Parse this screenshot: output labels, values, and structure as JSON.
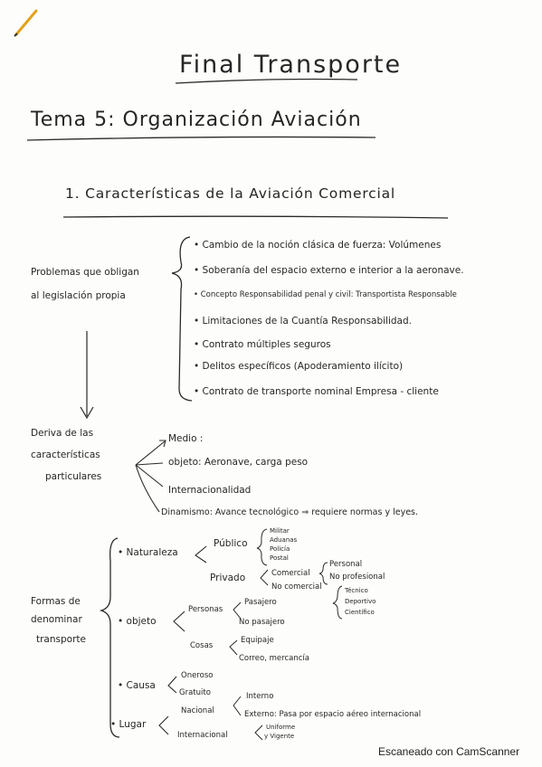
{
  "title": "Final Transporte",
  "tema": "Tema 5: Organización Aviación",
  "section": "1. Características de la Aviación Comercial",
  "problema_label": [
    "Problemas que obligan",
    "al legislación propia"
  ],
  "problemas": [
    "Cambio de la noción clásica de fuerza: Volúmenes",
    "Soberanía del espacio externo e interior a la aeronave.",
    "Concepto Responsabilidad penal y civil: Transportista Responsable",
    "Limitaciones de la Cuantía Responsabilidad.",
    "Contrato múltiples seguros",
    "Delitos específicos (Apoderamiento ilícito)",
    "Contrato de transporte nominal Empresa - cliente"
  ],
  "deriva_label": [
    "Deriva de las",
    "características",
    "particulares"
  ],
  "deriva_items": {
    "medio": "Medio :",
    "objeto": "objeto: Aeronave, carga peso",
    "internacionalidad": "Internacionalidad",
    "dinamismo": "Dinamismo: Avance tecnológico ⇒ requiere normas y leyes."
  },
  "formas_label": [
    "Formas de",
    "denominar",
    "transporte"
  ],
  "naturaleza": {
    "label": "Naturaleza",
    "publico": "Público",
    "publico_items": [
      "Militar",
      "Aduanas",
      "Policía",
      "Postal"
    ],
    "privado": "Privado",
    "comercial": "Comercial",
    "no_comercial": "No comercial",
    "personal": "Personal",
    "no_profesional": "No profesional",
    "nc_items": [
      "Técnico",
      "Deportivo",
      "Científico"
    ]
  },
  "objeto": {
    "label": "objeto",
    "personas": "Personas",
    "personas_items": [
      "Pasajero",
      "No pasajero"
    ],
    "cosas": "Cosas",
    "cosas_items": [
      "Equipaje",
      "Correo, mercancía"
    ]
  },
  "causa": {
    "label": "Causa",
    "items": [
      "Oneroso",
      "Gratuito"
    ]
  },
  "lugar": {
    "label": "Lugar",
    "nacional": "Nacional",
    "nacional_items": [
      "Interno",
      "Externo: Pasa por espacio aéreo internacional"
    ],
    "internacional": "Internacional",
    "internacional_items": [
      "Uniforme",
      "y Vigente"
    ]
  },
  "footer": "Escaneado con CamScanner"
}
